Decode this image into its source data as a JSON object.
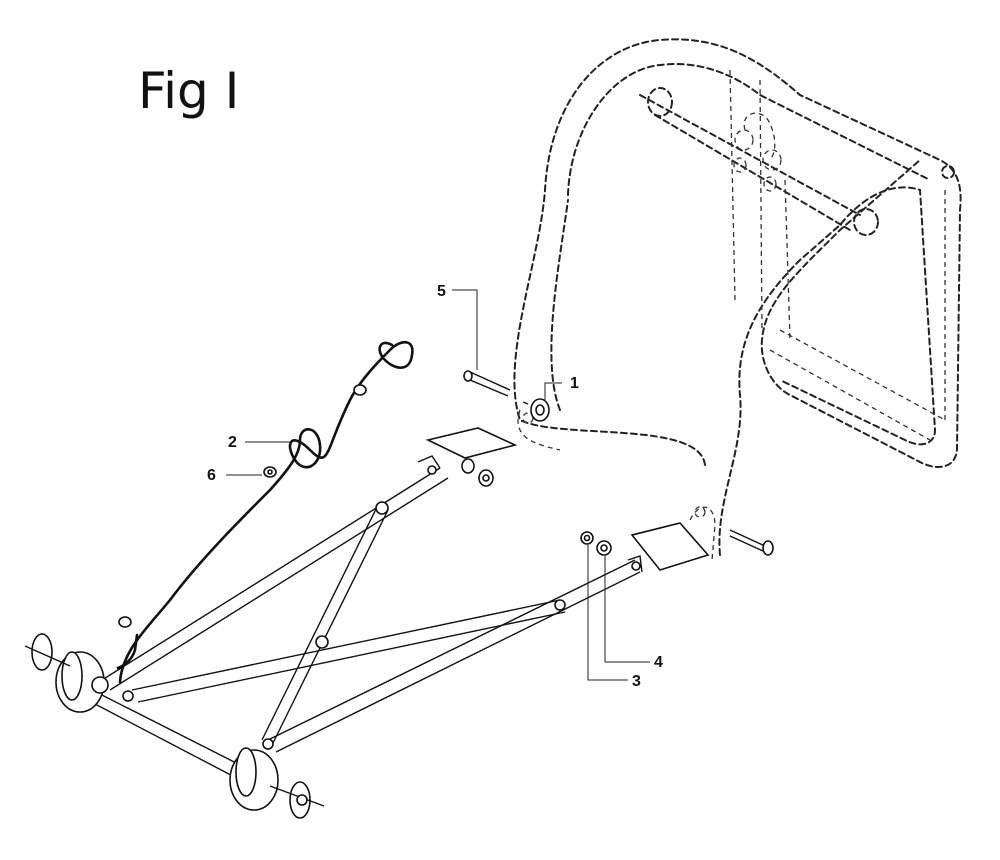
{
  "figure": {
    "title": "Fig I"
  },
  "callouts": [
    {
      "id": "1",
      "label": "1"
    },
    {
      "id": "2",
      "label": "2"
    },
    {
      "id": "3",
      "label": "3"
    },
    {
      "id": "4",
      "label": "4"
    },
    {
      "id": "5",
      "label": "5"
    },
    {
      "id": "6",
      "label": "6"
    }
  ],
  "icons": {
    "frame": "dashed-handle-frame-outline",
    "axle": "wheel-axle",
    "hardware": [
      "bolt",
      "washer",
      "nut",
      "bracket-plate",
      "cable-loop"
    ]
  },
  "colors": {
    "line": "#111111",
    "background": "#ffffff"
  }
}
